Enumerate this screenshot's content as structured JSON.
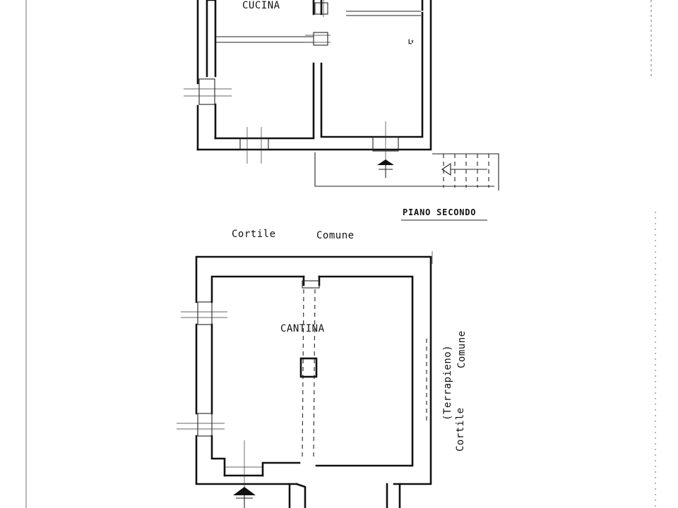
{
  "upper_plan": {
    "room_kitchen": "CUCINA",
    "floor_title": "PIANO SECONDO"
  },
  "courtyard_top": {
    "word1": "Cortile",
    "word2": "Comune"
  },
  "lower_plan": {
    "room_cellar": "CANTINA"
  },
  "courtyard_side": {
    "line1": "Comune",
    "line2": "(Terrapieno)",
    "line3": "Cortile"
  },
  "colors": {
    "ink": "#111111",
    "paper": "#ffffff"
  }
}
